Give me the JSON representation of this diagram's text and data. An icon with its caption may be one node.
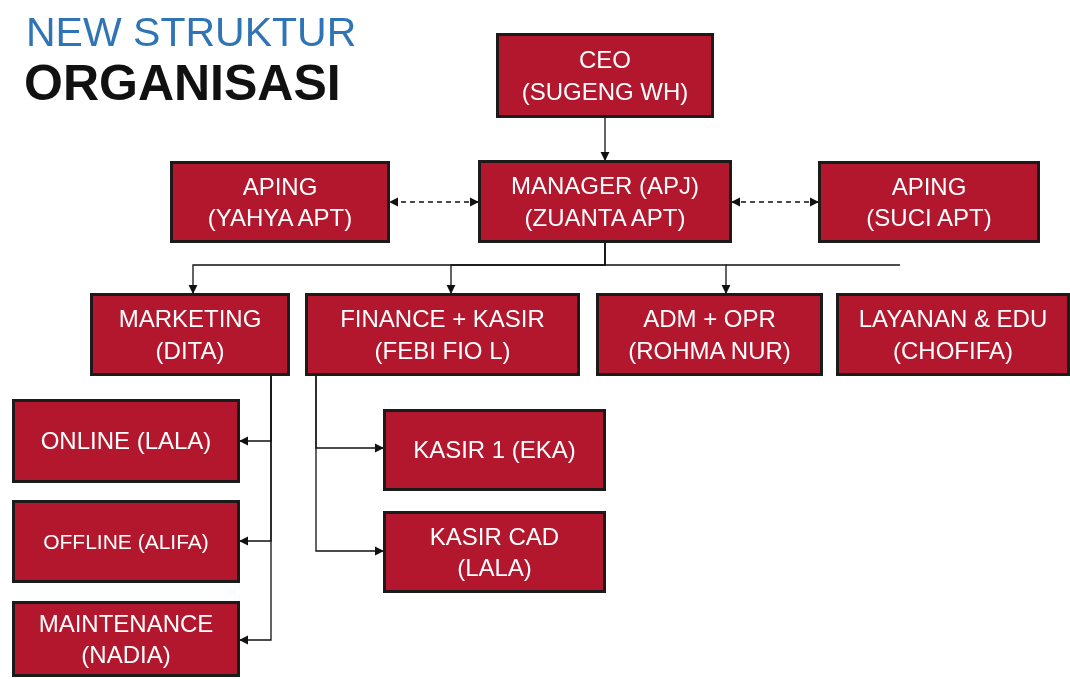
{
  "diagram": {
    "title": "NEW STRUKTUR",
    "nodes": [
      {
        "text": [
          "CEO",
          "(SUGENG WH)"
        ]
      },
      {
        "text": [
          "APING",
          "(YAHYA APT)"
        ]
      },
      {
        "text": [
          "MANAGER (APJ)",
          "(ZUANTA APT)"
        ]
      },
      {
        "text": [
          "APING",
          "(SUCI APT)"
        ]
      },
      {
        "text": [
          "MARKETING",
          "(DITA)"
        ]
      },
      {
        "text": [
          "FINANCE + KASIR",
          "(FEBI FIO L)"
        ]
      },
      {
        "text": [
          "ADM + OPR",
          "(ROHMA NUR)"
        ]
      },
      {
        "text": [
          "LAYANAN & EDU",
          "(CHOFIFA)"
        ]
      },
      {
        "text": [
          "ONLINE (LALA)"
        ]
      },
      {
        "text": [
          "OFFLINE (ALIFA)"
        ]
      },
      {
        "text": [
          "MAINTENANCE",
          "(NADIA)"
        ]
      },
      {
        "text": [
          "KASIR 1 (EKA)"
        ]
      },
      {
        "text": [
          "KASIR CAD",
          "(LALA)"
        ]
      }
    ],
    "edges": [
      {
        "from": 0,
        "to": 2,
        "arrow": "to"
      },
      {
        "from": 2,
        "to": 1,
        "arrow": "both",
        "style": "dashed"
      },
      {
        "from": 2,
        "to": 3,
        "arrow": "both",
        "style": "dashed"
      },
      {
        "from": 2,
        "to": 4,
        "arrow": "to"
      },
      {
        "from": 2,
        "to": 5,
        "arrow": "to"
      },
      {
        "from": 2,
        "to": 6,
        "arrow": "to"
      },
      {
        "from": 4,
        "to": 8,
        "arrow": "to"
      },
      {
        "from": 4,
        "to": 9,
        "arrow": "to"
      },
      {
        "from": 4,
        "to": 10,
        "arrow": "to"
      },
      {
        "from": 5,
        "to": 11,
        "arrow": "to"
      },
      {
        "from": 5,
        "to": 12,
        "arrow": "to"
      }
    ],
    "labels": [
      "ORGANISASI"
    ]
  }
}
